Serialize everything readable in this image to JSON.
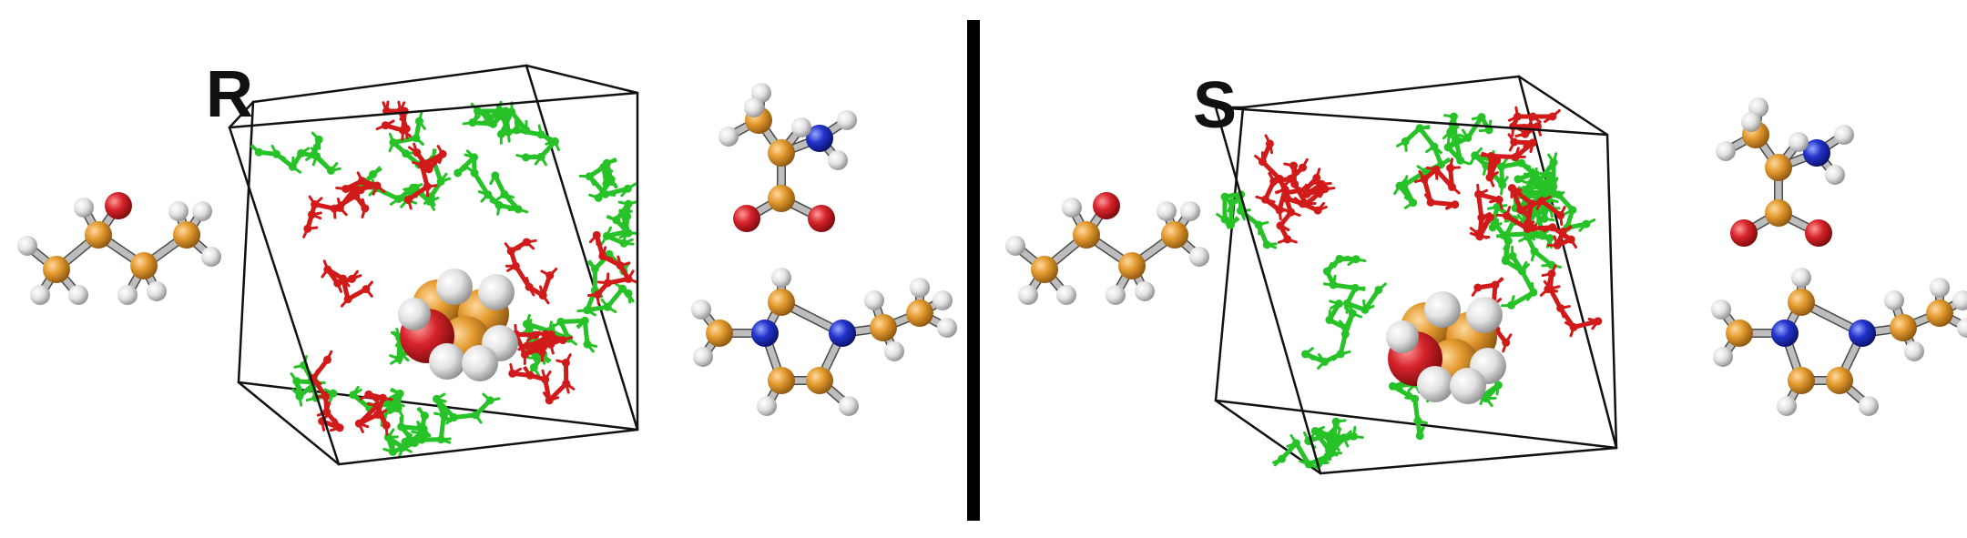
{
  "panels": [
    {
      "id": "R",
      "label": "R"
    },
    {
      "id": "S",
      "label": "S"
    }
  ],
  "colors": {
    "carbon": "#E39A2E",
    "hydrogen": "#E6E6E6",
    "oxygen": "#D6242B",
    "nitrogen": "#2233CC",
    "cation_stick": "#27C227",
    "anion_stick": "#D11A1A",
    "box_edge": "#111111",
    "divider": "#000000"
  },
  "legend_molecules": [
    "2-butanol-molecule",
    "alaninate-anion-molecule",
    "ethyl-methylimidazolium-cation-molecule"
  ]
}
